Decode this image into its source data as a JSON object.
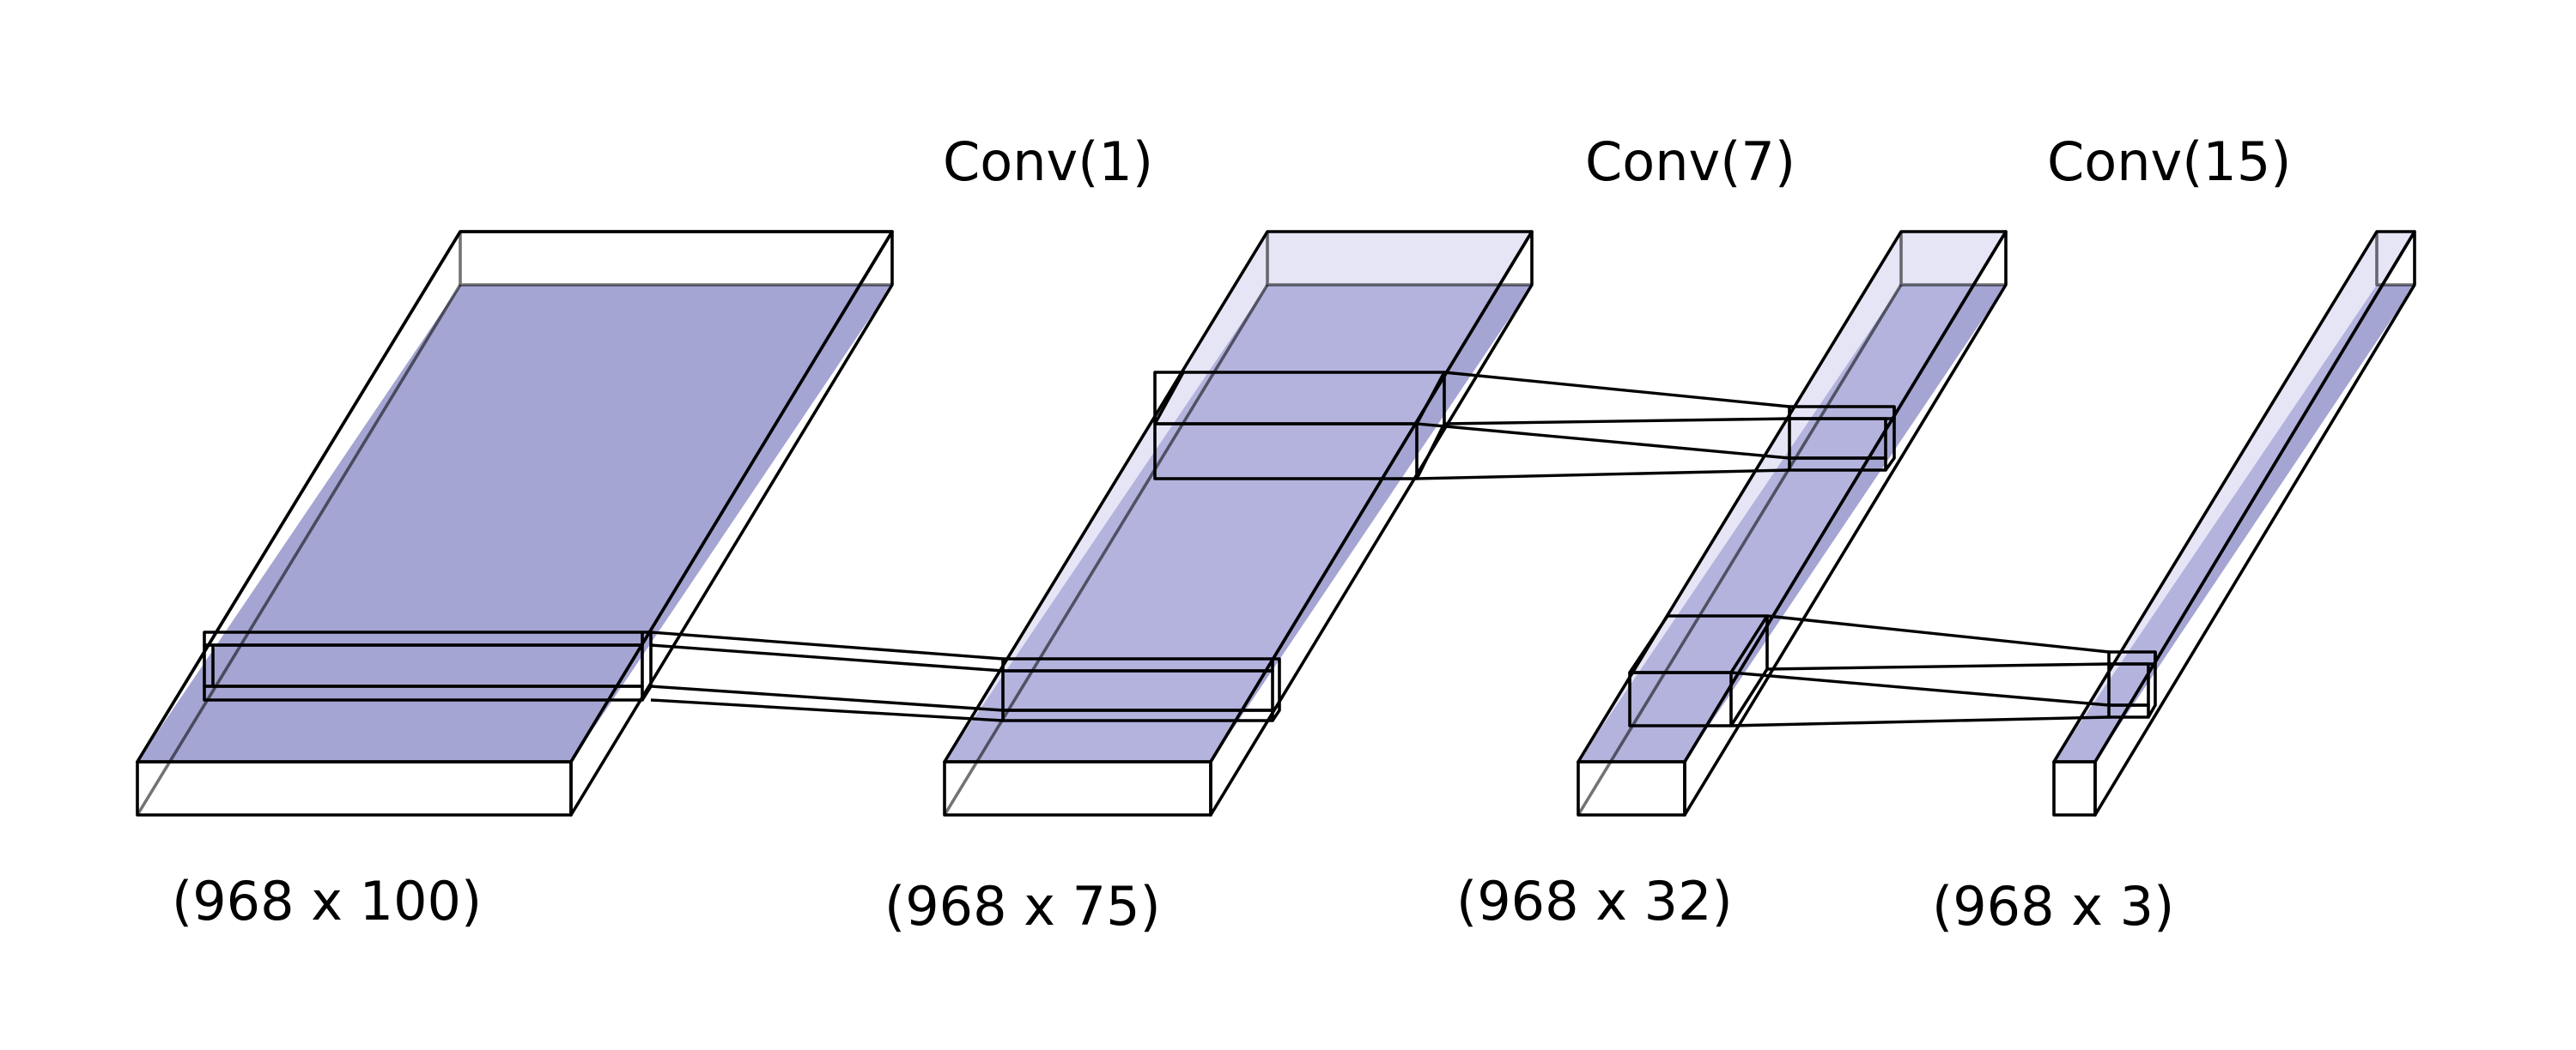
{
  "colors": {
    "top": "#c5c5ea",
    "side": "#bebee6",
    "front": "#5f5f8c",
    "inner": "#a5a5d3",
    "kernel_top": "#b4b4e6",
    "kernel_front": "#52528a",
    "kernel_mid": "#6a6a96",
    "edge": "#000000"
  },
  "layers": [
    {
      "id": "input",
      "dim_label": "(968 x 100)",
      "conv_label": ""
    },
    {
      "id": "layer1",
      "dim_label": "(968 x 75)",
      "conv_label": "Conv(1)"
    },
    {
      "id": "layer2",
      "dim_label": "(968 x 32)",
      "conv_label": "Conv(7)"
    },
    {
      "id": "layer3",
      "dim_label": "(968 x 3)",
      "conv_label": "Conv(15)"
    }
  ]
}
